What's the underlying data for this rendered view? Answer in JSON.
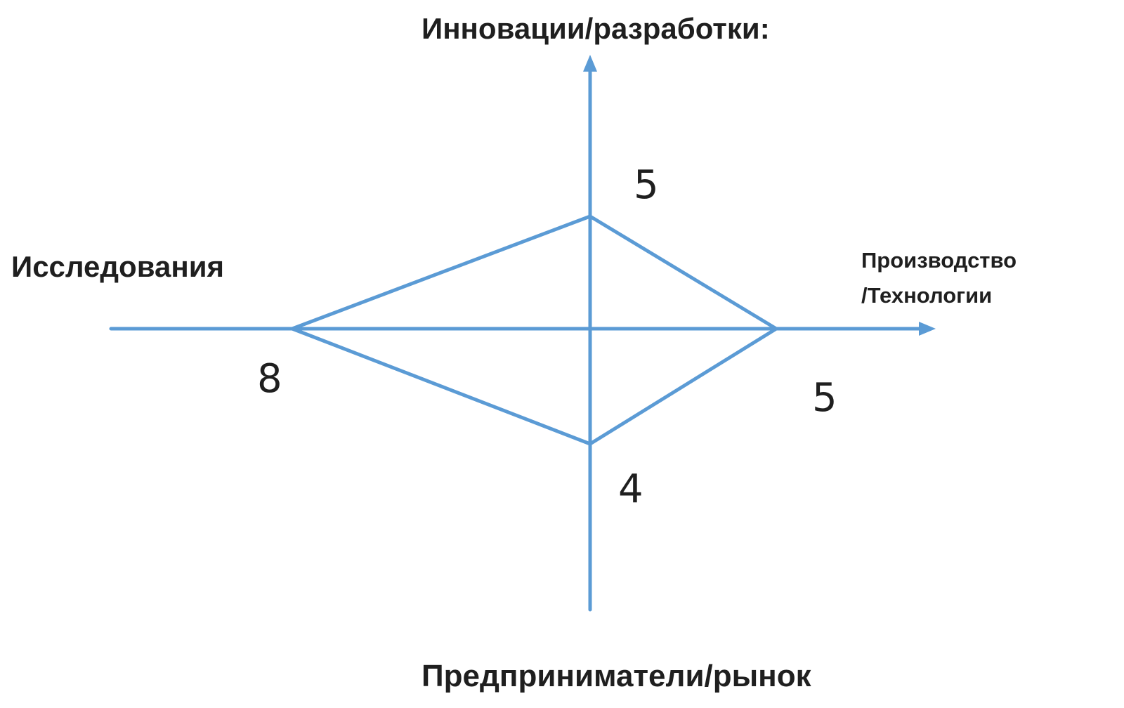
{
  "chart_data": {
    "type": "radar",
    "axes": [
      {
        "key": "top",
        "label": "Инновации/разработки:",
        "value": 5
      },
      {
        "key": "right",
        "label_lines": [
          "Производство",
          "/Технологии"
        ],
        "value": 5
      },
      {
        "key": "bottom",
        "label": "Предприниматели/рынок",
        "value": 4
      },
      {
        "key": "left",
        "label": "Исследования",
        "value": 8
      }
    ],
    "line_color": "#5b9bd5"
  }
}
